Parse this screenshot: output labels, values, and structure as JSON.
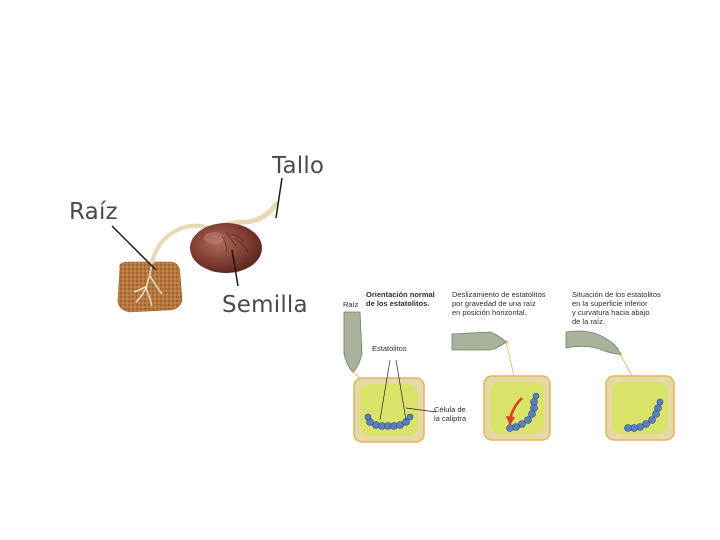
{
  "left_diagram": {
    "labels": {
      "stem": "Tallo",
      "root": "Raíz",
      "seed": "Semilla"
    },
    "colors": {
      "soil": "#b7773e",
      "seed": "#7b3b30",
      "stem": "#e9d8b5"
    }
  },
  "right_diagram": {
    "root_label": "Raíz",
    "statoliths_label": "Estatolitos",
    "cell_label": "Célula de\nla caliptra",
    "captions": [
      {
        "title": "Orientación normal\nde los estatolitos."
      },
      {
        "text": "Deslizamiento de estatolitos\npor gravedad de una raíz\nen posición horizontal."
      },
      {
        "text": "Situación de los estatolitos\nen la superficie inferior\ny curvatura hacia abajo\nde la raíz."
      }
    ],
    "colors": {
      "cell_fill": "#d9e36a",
      "cell_border": "#e3b25c",
      "statolith": "#5a7fc0",
      "root": "#9aa88f",
      "arrow": "#d8421e"
    }
  }
}
